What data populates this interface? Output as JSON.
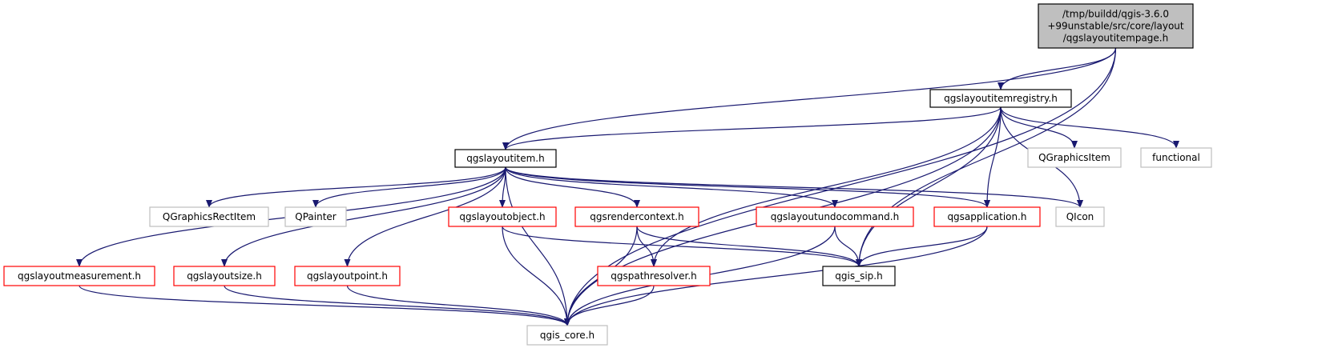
{
  "colors": {
    "edge": "#191970",
    "border_black": "#000000",
    "border_red": "#ff0000",
    "border_gray": "#bfbfbf",
    "root_fill": "#bfbfbf",
    "fill": "#ffffff"
  },
  "nodes": {
    "root": {
      "lines": [
        "/tmp/buildd/qgis-3.6.0",
        "+99unstable/src/core/layout",
        "/qgslayoutitempage.h"
      ],
      "kind": "root"
    },
    "registry": {
      "lines": [
        "qgslayoutitemregistry.h"
      ],
      "kind": "black"
    },
    "item": {
      "lines": [
        "qgslayoutitem.h"
      ],
      "kind": "black"
    },
    "qgraphicsitem": {
      "lines": [
        "QGraphicsItem"
      ],
      "kind": "gray"
    },
    "functional": {
      "lines": [
        "functional"
      ],
      "kind": "gray"
    },
    "qgraphicsrectitem": {
      "lines": [
        "QGraphicsRectItem"
      ],
      "kind": "gray"
    },
    "qpainter": {
      "lines": [
        "QPainter"
      ],
      "kind": "gray"
    },
    "layoutobject": {
      "lines": [
        "qgslayoutobject.h"
      ],
      "kind": "red"
    },
    "rendercontext": {
      "lines": [
        "qgsrendercontext.h"
      ],
      "kind": "red"
    },
    "undocommand": {
      "lines": [
        "qgslayoutundocommand.h"
      ],
      "kind": "red"
    },
    "application": {
      "lines": [
        "qgsapplication.h"
      ],
      "kind": "red"
    },
    "qicon": {
      "lines": [
        "QIcon"
      ],
      "kind": "gray"
    },
    "measurement": {
      "lines": [
        "qgslayoutmeasurement.h"
      ],
      "kind": "red"
    },
    "layoutsize": {
      "lines": [
        "qgslayoutsize.h"
      ],
      "kind": "red"
    },
    "layoutpoint": {
      "lines": [
        "qgslayoutpoint.h"
      ],
      "kind": "red"
    },
    "pathresolver": {
      "lines": [
        "qgspathresolver.h"
      ],
      "kind": "red"
    },
    "sip": {
      "lines": [
        "qgis_sip.h"
      ],
      "kind": "black"
    },
    "core": {
      "lines": [
        "qgis_core.h"
      ],
      "kind": "gray"
    }
  },
  "edges": [
    [
      "root",
      "registry"
    ],
    [
      "root",
      "item"
    ],
    [
      "root",
      "sip"
    ],
    [
      "root",
      "core"
    ],
    [
      "registry",
      "item"
    ],
    [
      "registry",
      "qgraphicsitem"
    ],
    [
      "registry",
      "functional"
    ],
    [
      "registry",
      "application"
    ],
    [
      "registry",
      "pathresolver"
    ],
    [
      "registry",
      "qicon"
    ],
    [
      "registry",
      "sip"
    ],
    [
      "registry",
      "core"
    ],
    [
      "item",
      "qgraphicsrectitem"
    ],
    [
      "item",
      "qpainter"
    ],
    [
      "item",
      "layoutobject"
    ],
    [
      "item",
      "rendercontext"
    ],
    [
      "item",
      "undocommand"
    ],
    [
      "item",
      "application"
    ],
    [
      "item",
      "qicon"
    ],
    [
      "item",
      "measurement"
    ],
    [
      "item",
      "layoutsize"
    ],
    [
      "item",
      "layoutpoint"
    ],
    [
      "item",
      "core"
    ],
    [
      "layoutobject",
      "sip"
    ],
    [
      "layoutobject",
      "core"
    ],
    [
      "rendercontext",
      "pathresolver"
    ],
    [
      "rendercontext",
      "sip"
    ],
    [
      "rendercontext",
      "core"
    ],
    [
      "undocommand",
      "sip"
    ],
    [
      "undocommand",
      "core"
    ],
    [
      "application",
      "sip"
    ],
    [
      "application",
      "core"
    ],
    [
      "measurement",
      "core"
    ],
    [
      "layoutsize",
      "core"
    ],
    [
      "layoutpoint",
      "core"
    ],
    [
      "pathresolver",
      "core"
    ]
  ]
}
